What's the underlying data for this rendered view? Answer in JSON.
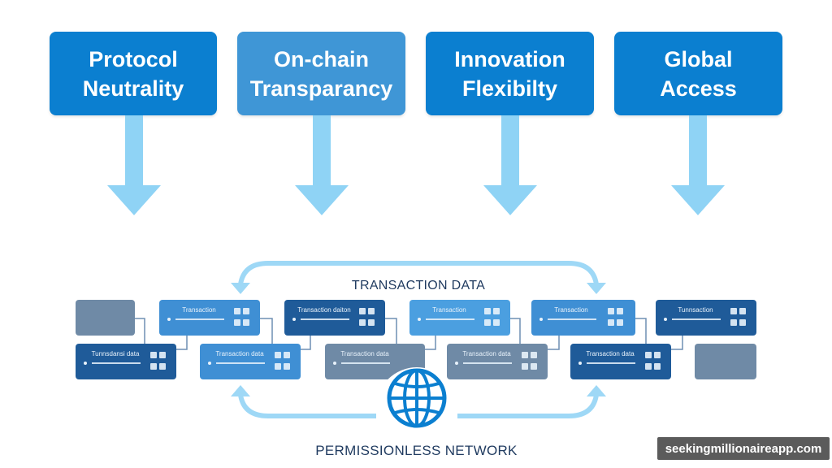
{
  "principles": [
    {
      "line1": "Protocol",
      "line2": "Neutrality",
      "color": "#0b7fd0"
    },
    {
      "line1": "On-chain",
      "line2": "Transparancy",
      "color": "#3f96d6"
    },
    {
      "line1": "Innovation",
      "line2": "Flexibilty",
      "color": "#0b7fd0"
    },
    {
      "line1": "Global",
      "line2": "Access",
      "color": "#0b7fd0"
    }
  ],
  "flow_caption": "TRANSACTION DATA",
  "network_caption": "PERMISSIONLESS NETWORK",
  "blocks": {
    "b1": "Transaction",
    "b2": "Transaction daiton",
    "b3": "Transaction",
    "b4": "Transaction",
    "b5": "Tunnsaction",
    "b6": "Tunnsdansi data",
    "b7": "Transaction data",
    "b8": "Transaction data",
    "b9": "Transaction data",
    "b10": "Transaction data"
  },
  "watermark": "seekingmillionaireapp.com",
  "colors": {
    "arrow": "#8fd3f5",
    "flow": "#9ed8f6",
    "dark_block": "#1f5b99",
    "mid_block": "#3f8fd4",
    "gray_block": "#6f8aa6",
    "globe": "#0b7fd0"
  },
  "icons": [
    "globe-icon"
  ]
}
